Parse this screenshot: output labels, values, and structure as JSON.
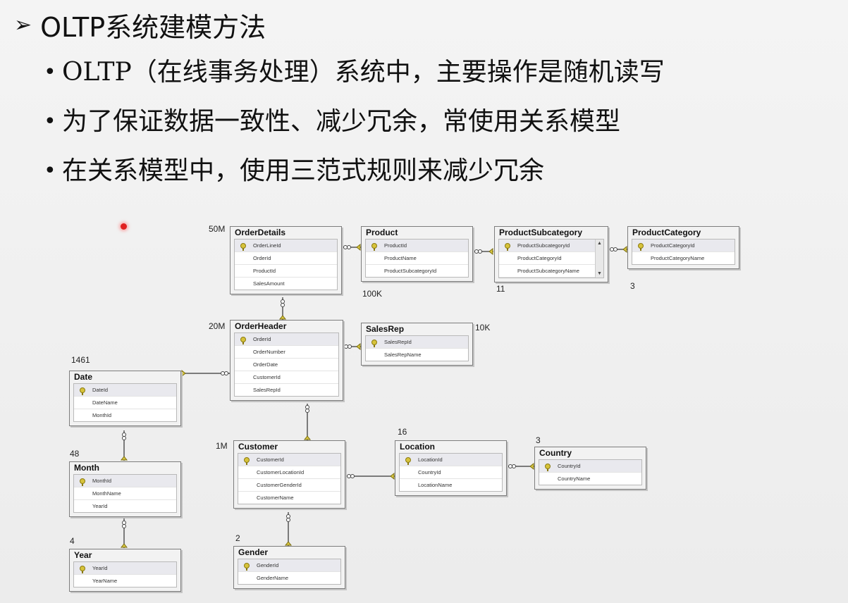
{
  "slide": {
    "title": "OLTP系统建模方法",
    "bullets": [
      "OLTP（在线事务处理）系统中，主要操作是随机读写",
      "为了保证数据一致性、减少冗余，常使用关系模型",
      "在关系模型中，使用三范式规则来减少冗余"
    ]
  },
  "diagram": {
    "tables": {
      "orderdetails": {
        "name": "OrderDetails",
        "count": "50M",
        "columns": [
          "OrderLineId",
          "OrderId",
          "ProductId",
          "SalesAmount"
        ]
      },
      "product": {
        "name": "Product",
        "count": "100K",
        "columns": [
          "ProductId",
          "ProductName",
          "ProductSubcategoryId"
        ]
      },
      "subcategory": {
        "name": "ProductSubcategory",
        "count": "11",
        "columns": [
          "ProductSubcategoryId",
          "ProductCategoryId",
          "ProductSubcategoryName"
        ]
      },
      "category": {
        "name": "ProductCategory",
        "count": "3",
        "columns": [
          "ProductCategoryId",
          "ProductCategoryName"
        ]
      },
      "orderheader": {
        "name": "OrderHeader",
        "count": "20M",
        "columns": [
          "OrderId",
          "OrderNumber",
          "OrderDate",
          "CustomerId",
          "SalesRepId"
        ]
      },
      "salesrep": {
        "name": "SalesRep",
        "count": "10K",
        "columns": [
          "SalesRepId",
          "SalesRepName"
        ]
      },
      "date": {
        "name": "Date",
        "count": "1461",
        "columns": [
          "DateId",
          "DateName",
          "MonthId"
        ]
      },
      "month": {
        "name": "Month",
        "count": "48",
        "columns": [
          "MonthId",
          "MonthName",
          "YearId"
        ]
      },
      "year": {
        "name": "Year",
        "count": "4",
        "columns": [
          "YearId",
          "YearName"
        ]
      },
      "customer": {
        "name": "Customer",
        "count": "1M",
        "columns": [
          "CustomerId",
          "CustomerLocationId",
          "CustomerGenderId",
          "CustomerName"
        ]
      },
      "gender": {
        "name": "Gender",
        "count": "2",
        "columns": [
          "GenderId",
          "GenderName"
        ]
      },
      "location": {
        "name": "Location",
        "count": "16",
        "columns": [
          "LocationId",
          "CountryId",
          "LocationName"
        ]
      },
      "country": {
        "name": "Country",
        "count": "3",
        "columns": [
          "CountryId",
          "CountryName"
        ]
      }
    }
  }
}
